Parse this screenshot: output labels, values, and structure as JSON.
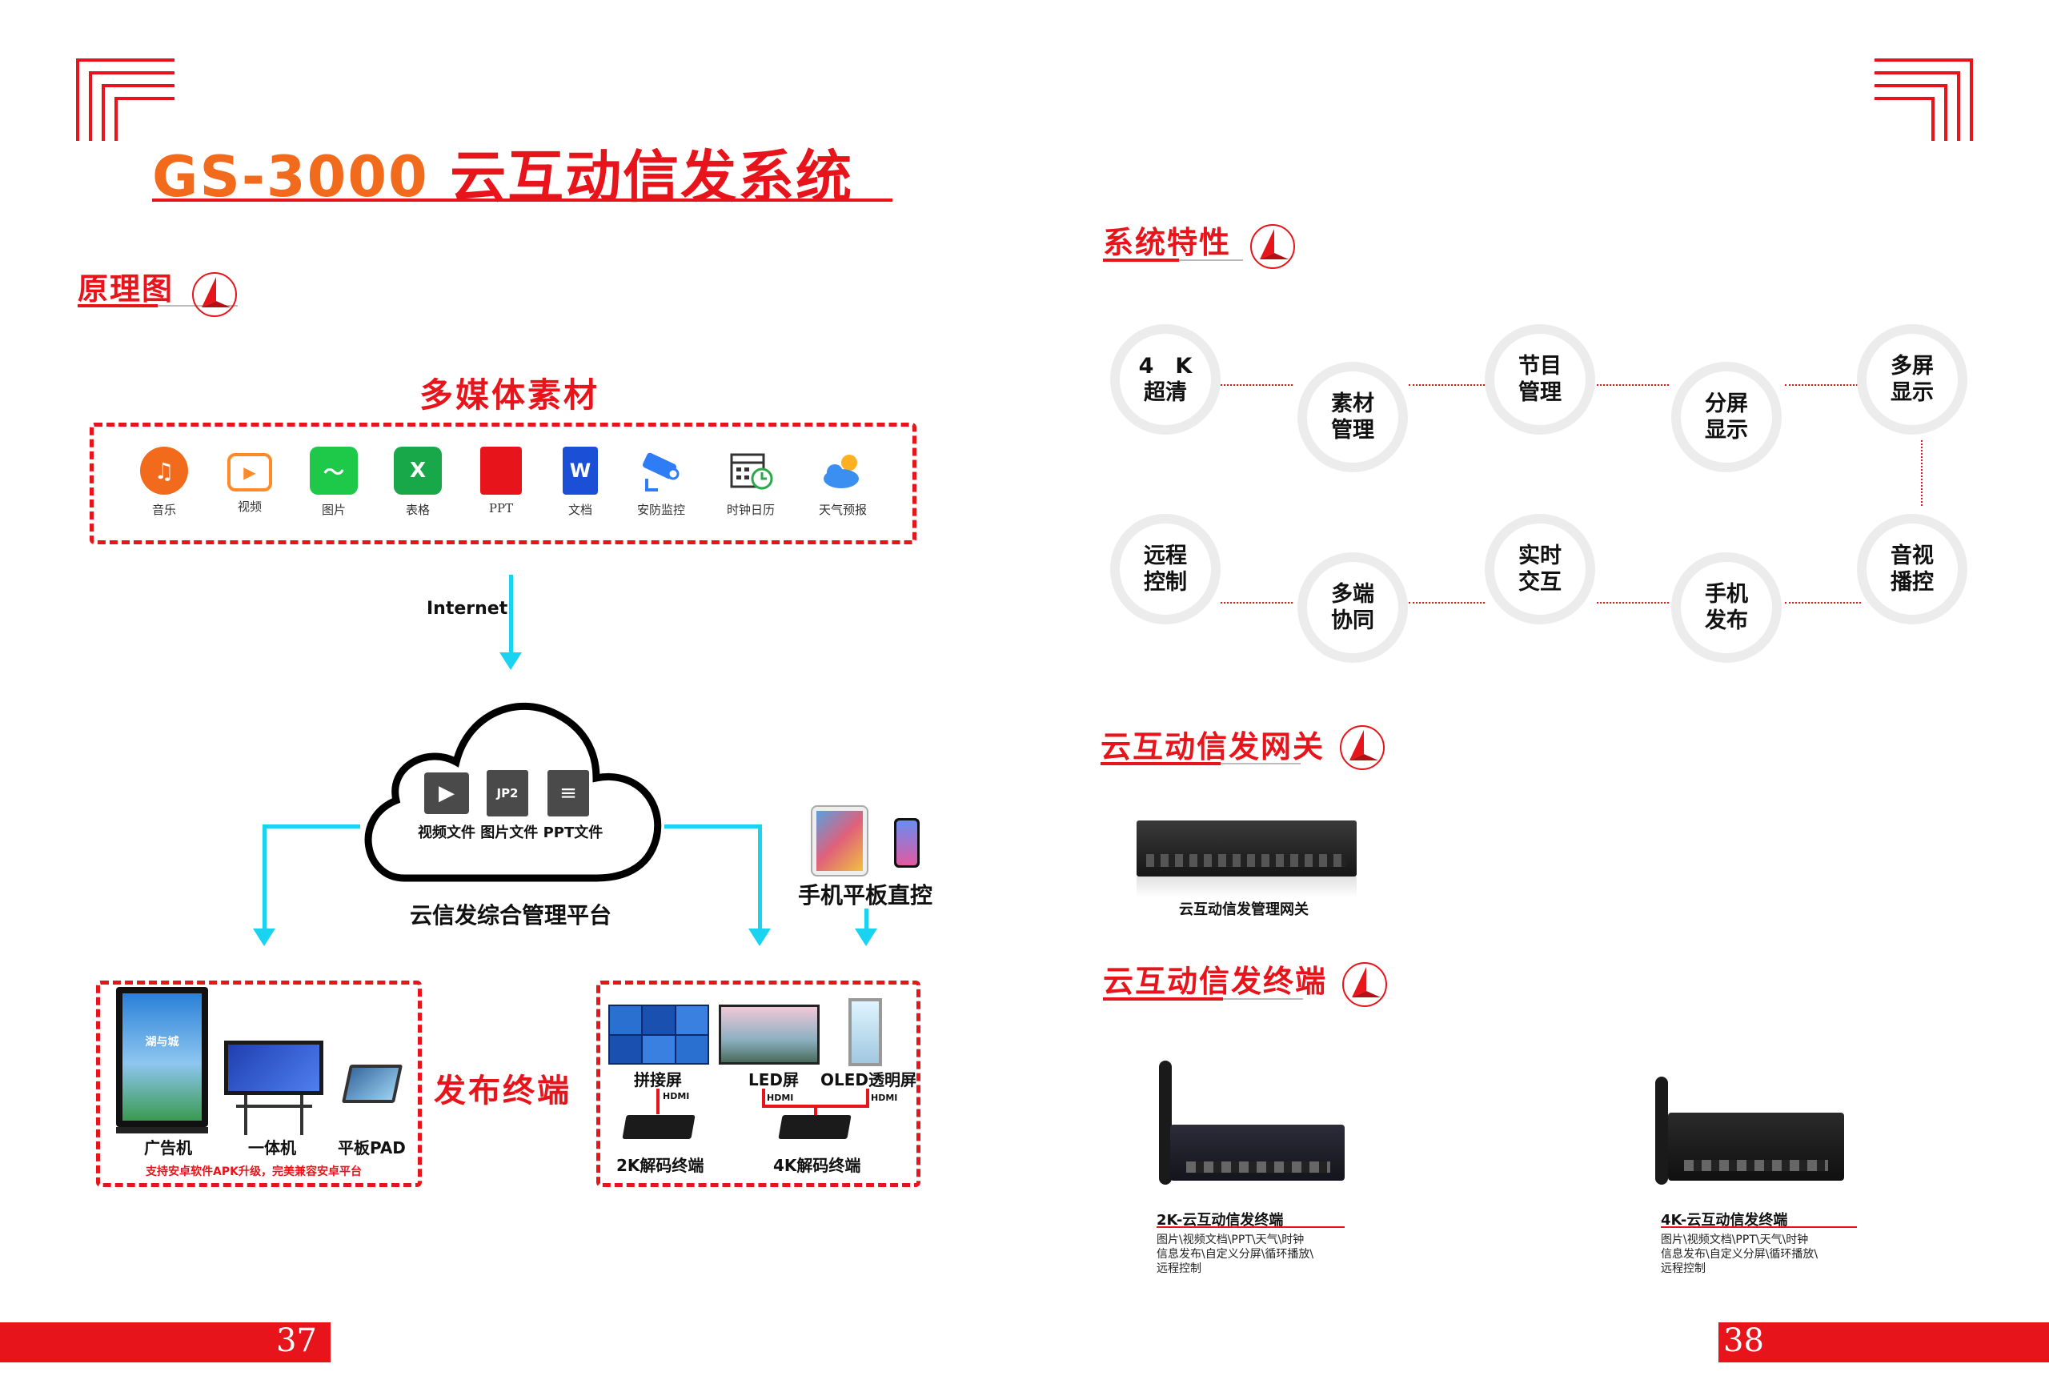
{
  "left_page": {
    "title_en": "GS-3000",
    "title_zh": "云互动信发系统",
    "section_diagram": "原理图",
    "media_title": "多媒体素材",
    "media_items": [
      {
        "label": "音乐",
        "icon": "music-icon",
        "color": "#f26a1b"
      },
      {
        "label": "视频",
        "icon": "video-icon",
        "color": "#ff8a2a"
      },
      {
        "label": "图片",
        "icon": "image-icon",
        "color": "#1ec94a"
      },
      {
        "label": "表格",
        "icon": "excel-icon",
        "color": "#18a84a"
      },
      {
        "label": "PPT",
        "icon": "ppt-icon",
        "color": "#e8141b"
      },
      {
        "label": "文档",
        "icon": "word-icon",
        "color": "#1a4fd6"
      },
      {
        "label": "安防监控",
        "icon": "camera-icon",
        "color": "#2e7cf6"
      },
      {
        "label": "时钟日历",
        "icon": "clock-calendar-icon",
        "color": "#555555"
      },
      {
        "label": "天气预报",
        "icon": "weather-icon",
        "color": "#3a8ff0"
      }
    ],
    "internet_label": "Internet",
    "cloud_files": [
      "视频文件",
      "图片文件",
      "PPT文件"
    ],
    "cloud_file_badge": "JP2",
    "platform_label": "云信发综合管理平台",
    "mobile_label": "手机平板直控",
    "publish_label": "发布终端",
    "devices_left": [
      "广告机",
      "一体机",
      "平板PAD"
    ],
    "kiosk_screen_text": "湖与城",
    "devices_left_note": "支持安卓软件APK升级，完美兼容安卓平台",
    "devices_right": [
      "拼接屏",
      "LED屏",
      "OLED透明屏"
    ],
    "hdmi": "HDMI",
    "decoders": [
      "2K解码终端",
      "4K解码终端"
    ],
    "page_number": "37"
  },
  "right_page": {
    "section_features": "系统特性",
    "features": [
      [
        "4　K",
        "超清"
      ],
      [
        "素材",
        "管理"
      ],
      [
        "节目",
        "管理"
      ],
      [
        "分屏",
        "显示"
      ],
      [
        "多屏",
        "显示"
      ],
      [
        "远程",
        "控制"
      ],
      [
        "多端",
        "协同"
      ],
      [
        "实时",
        "交互"
      ],
      [
        "手机",
        "发布"
      ],
      [
        "音视",
        "播控"
      ]
    ],
    "section_gateway": "云互动信发网关",
    "gateway_label": "云互动信发管理网关",
    "section_terminal": "云互动信发终端",
    "terminals": [
      {
        "name": "2K-云互动信发终端",
        "desc": [
          "图片\\视频文档\\PPT\\天气\\时钟",
          "信息发布\\自定义分屏\\循环播放\\",
          "远程控制"
        ]
      },
      {
        "name": "4K-云互动信发终端",
        "desc": [
          "图片\\视频文档\\PPT\\天气\\时钟",
          "信息发布\\自定义分屏\\循环播放\\",
          "远程控制"
        ]
      }
    ],
    "page_number": "38"
  },
  "colors": {
    "accent": "#e8141b",
    "title_orange": "#f26a1b",
    "arrow": "#19d3f0"
  }
}
